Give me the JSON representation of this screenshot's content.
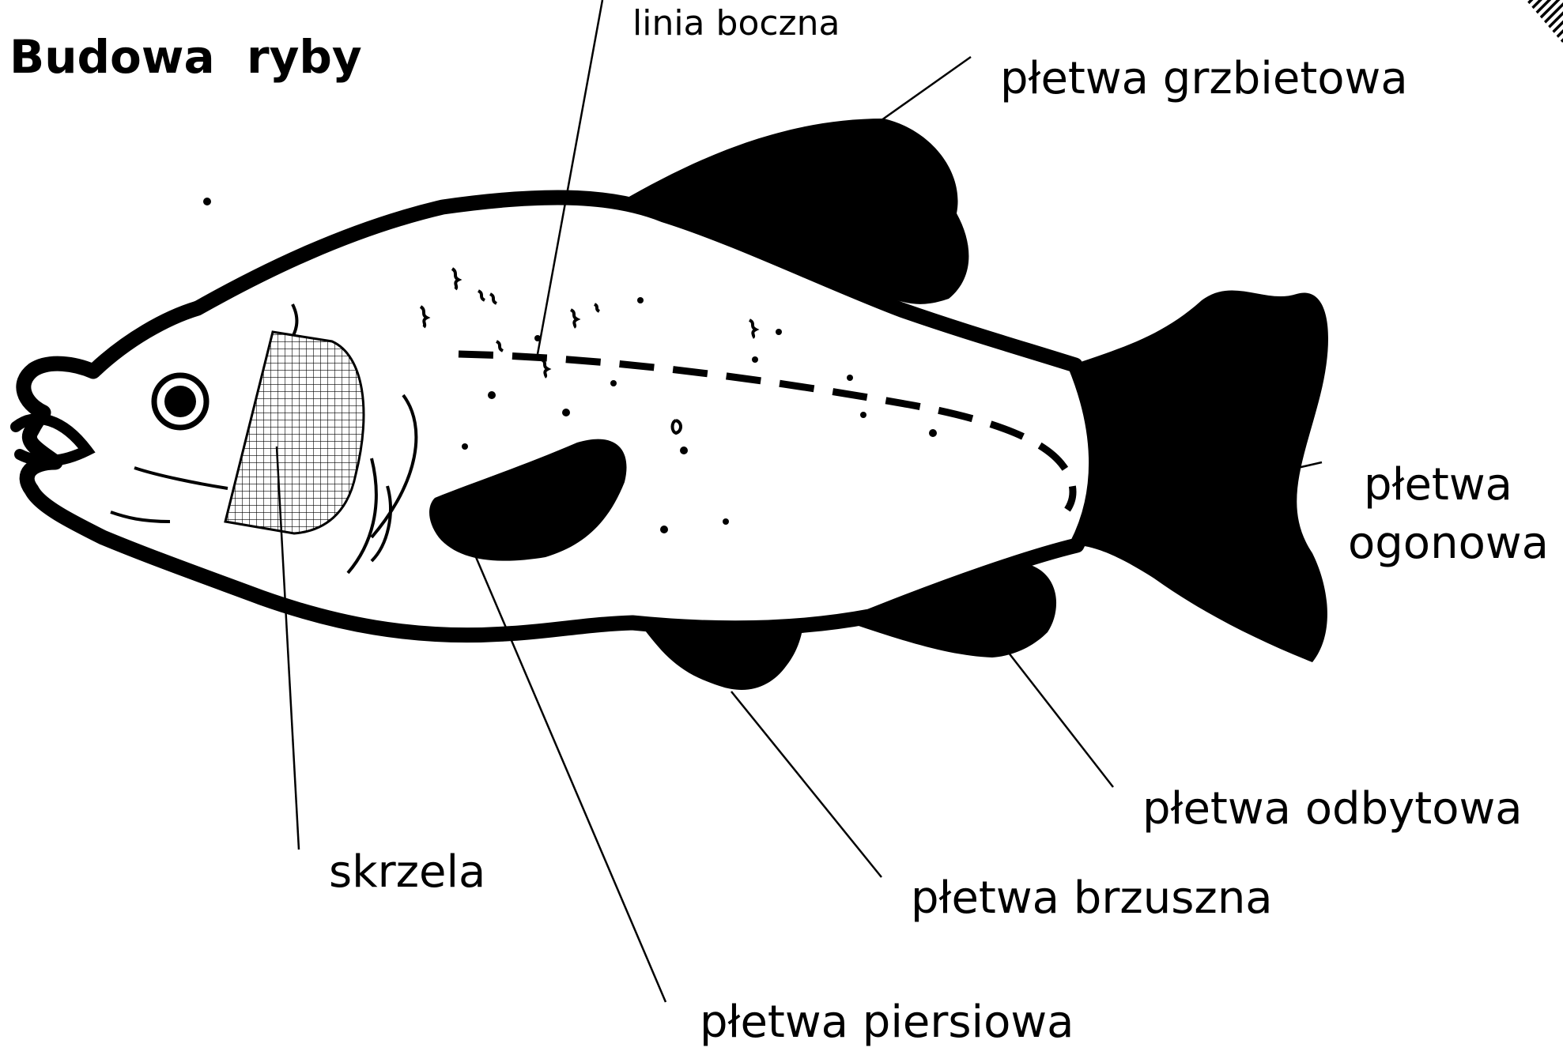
{
  "title": "Budowa  ryby",
  "labels": {
    "lateral_line": "linia boczna",
    "dorsal_fin": "płetwa grzbietowa",
    "caudal_fin_1": "płetwa",
    "caudal_fin_2": "ogonowa",
    "anal_fin": "płetwa odbytowa",
    "pelvic_fin": "płetwa brzuszna",
    "pectoral_fin": "płetwa piersiowa",
    "gills": "skrzela"
  },
  "colors": {
    "ink": "#000000",
    "background": "#ffffff"
  }
}
